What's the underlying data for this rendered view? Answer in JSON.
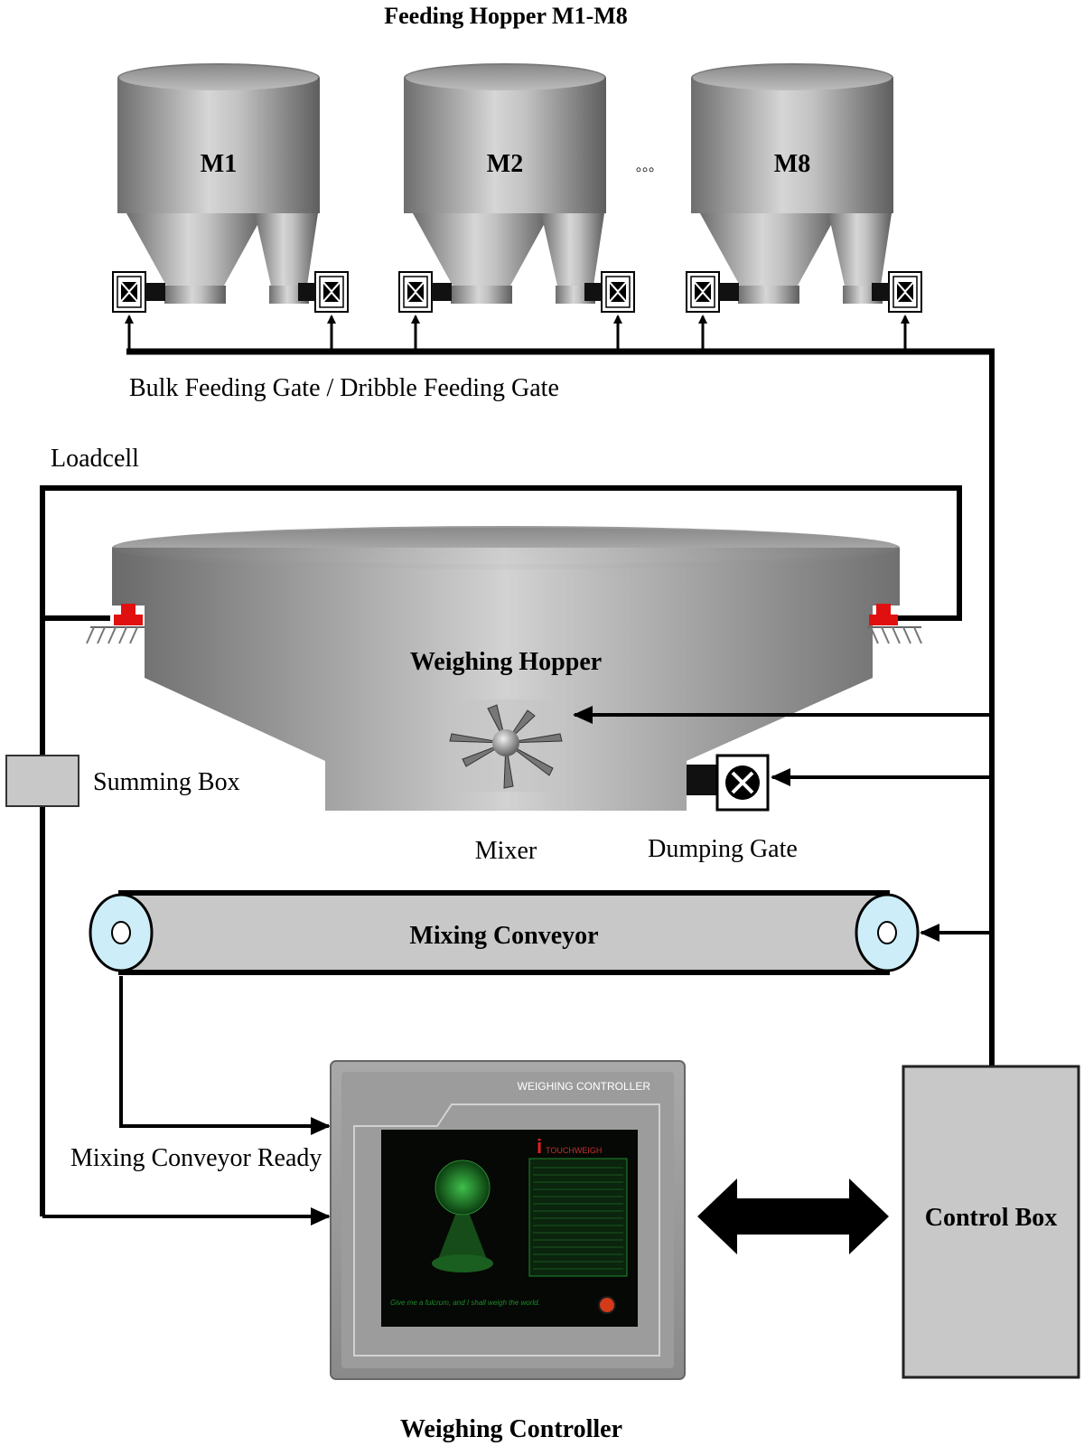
{
  "labels": {
    "feeding_hopper_title": "Feeding Hopper M1-M8",
    "ellipsis": "◦◦◦",
    "gates": "Bulk Feeding Gate / Dribble Feeding Gate",
    "loadcell": "Loadcell",
    "weighing_hopper": "Weighing Hopper",
    "summing_box": "Summing Box",
    "mixer": "Mixer",
    "dumping_gate": "Dumping Gate",
    "mixing_conveyor": "Mixing Conveyor",
    "mixing_conveyor_ready": "Mixing Conveyor Ready",
    "control_box": "Control Box",
    "weighing_controller": "Weighing Controller"
  },
  "hoppers": [
    {
      "label": "M1"
    },
    {
      "label": "M2"
    },
    {
      "label": "M8"
    }
  ],
  "controller": {
    "header": "WEIGHING CONTROLLER",
    "brand_i": "i",
    "brand": "TOUCHWEIGH",
    "tagline": "Give me a fulcrum, and I shall weigh the world."
  },
  "colors": {
    "metal_dark": "#6f6f6f",
    "metal_light": "#d9d9d9",
    "loadcell_red": "#e01010",
    "conveyor_roller": "#cdeef8",
    "screen_green": "#1f8a2a",
    "box_gray": "#c8c8c8"
  }
}
